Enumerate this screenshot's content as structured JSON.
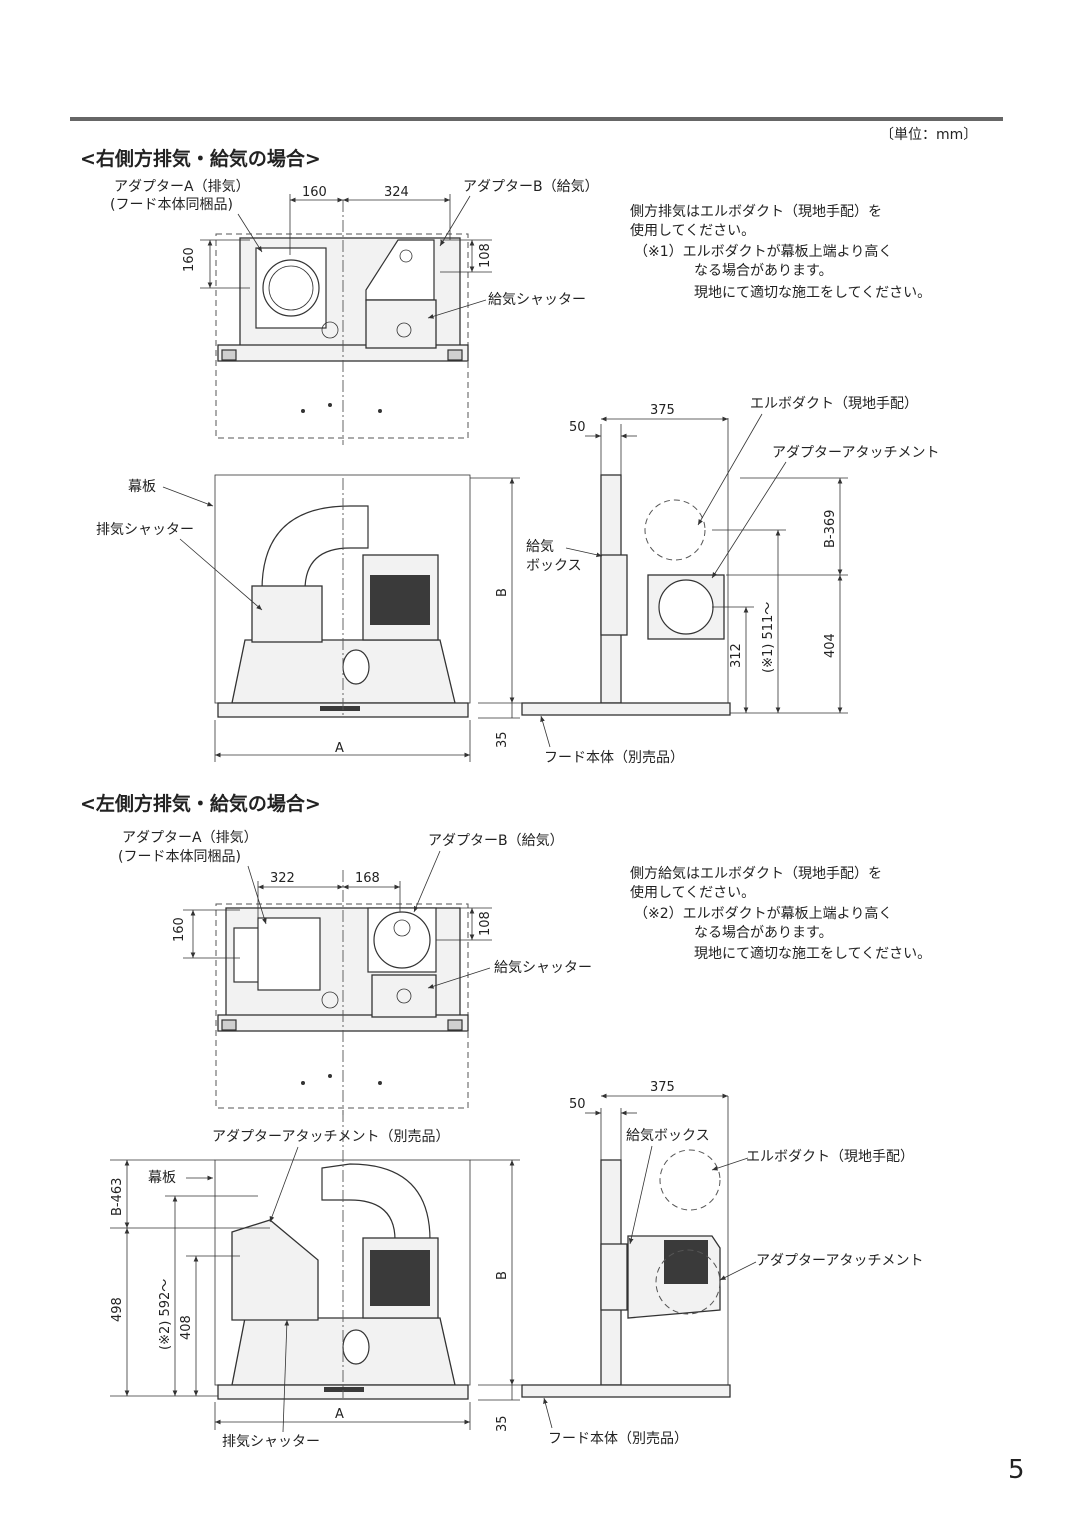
{
  "unit_note": "〔単位：mm〕",
  "page_number": "5",
  "sections": {
    "right": {
      "title": "<右側方排気・給気の場合>",
      "adapter_a_line1": "アダプターA（排気）",
      "adapter_a_line2": "(フード本体同梱品)",
      "adapter_b": "アダプターB（給気）",
      "supply_shutter": "給気シャッター",
      "notes": [
        "側方排気はエルボダクト（現地手配）を",
        "使用してください。",
        "（※1）エルボダクトが幕板上端より高く",
        "なる場合があります。",
        "現地にて適切な施工をしてください。"
      ],
      "curtain_board": "幕板",
      "exhaust_shutter": "排気シャッター",
      "supply_box_line1": "給気",
      "supply_box_line2": "ボックス",
      "elbow_duct": "エルボダクト（現地手配）",
      "adapter_attachment": "アダプターアタッチメント",
      "hood_body": "フード本体（別売品）",
      "dims": {
        "d160_top": "160",
        "d324": "324",
        "d108": "108",
        "d160_side": "160",
        "d375": "375",
        "d50": "50",
        "dB369": "B-369",
        "d511": "(※1) 511～",
        "d312": "312",
        "d404": "404",
        "dB": "B",
        "dA": "A",
        "d35": "35"
      }
    },
    "left": {
      "title": "<左側方排気・給気の場合>",
      "adapter_a_line1": "アダプターA（排気）",
      "adapter_a_line2": "(フード本体同梱品)",
      "adapter_b": "アダプターB（給気）",
      "supply_shutter": "給気シャッター",
      "notes": [
        "側方給気はエルボダクト（現地手配）を",
        "使用してください。",
        "（※2）エルボダクトが幕板上端より高く",
        "なる場合があります。",
        "現地にて適切な施工をしてください。"
      ],
      "adapter_attachment_sold": "アダプターアタッチメント（別売品）",
      "curtain_board": "幕板",
      "supply_box": "給気ボックス",
      "elbow_duct": "エルボダクト（現地手配）",
      "adapter_attachment": "アダプターアタッチメント",
      "exhaust_shutter": "排気シャッター",
      "hood_body": "フード本体（別売品）",
      "dims": {
        "d322": "322",
        "d168": "168",
        "d108": "108",
        "d160_side": "160",
        "d375": "375",
        "d50": "50",
        "dB463": "B-463",
        "d592": "(※2) 592～",
        "d498": "498",
        "d408": "408",
        "dB": "B",
        "dA": "A",
        "d35": "35"
      }
    }
  }
}
